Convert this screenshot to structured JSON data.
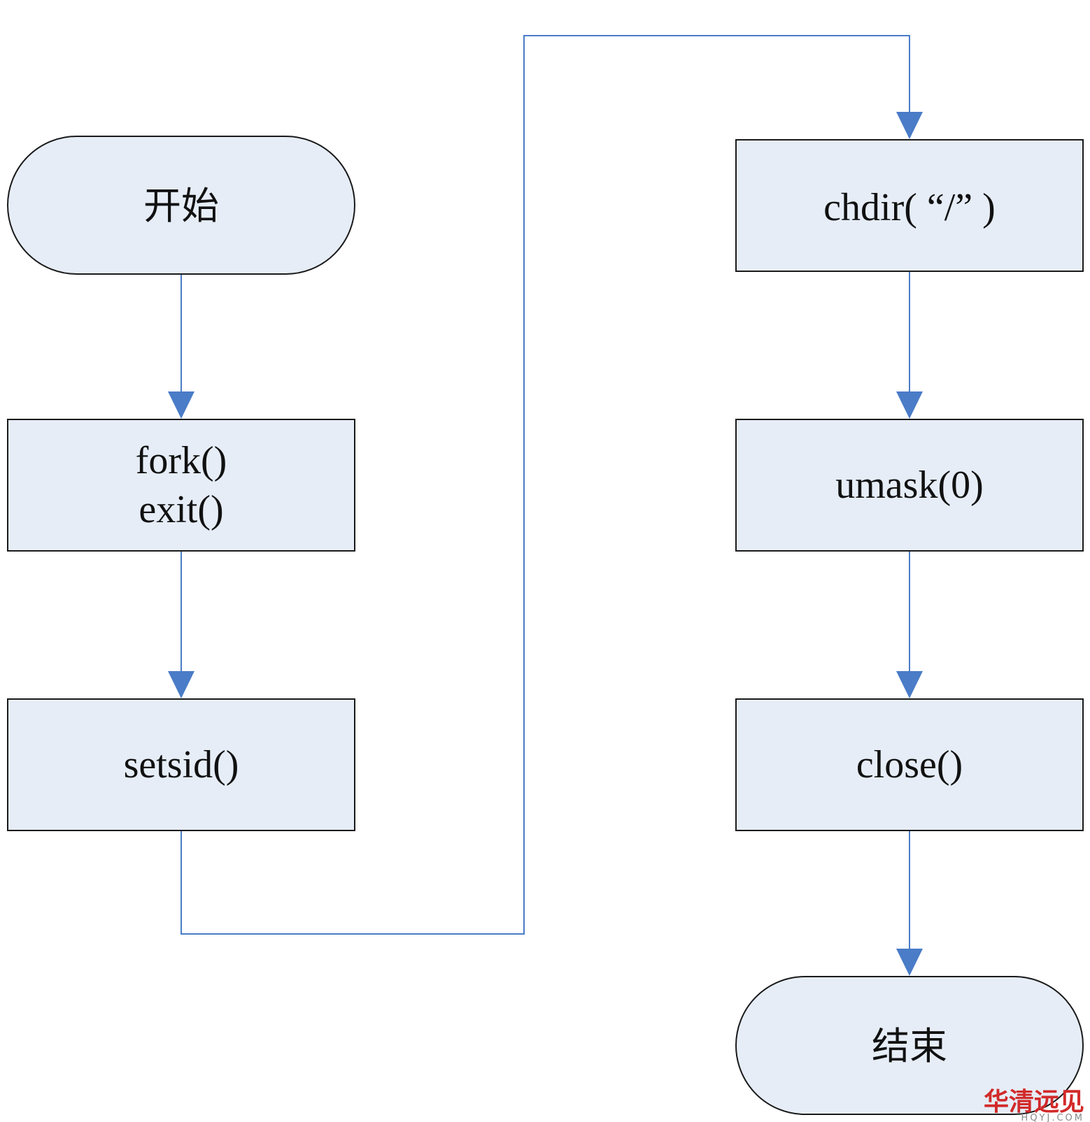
{
  "diagram": {
    "nodes": {
      "start": {
        "label": "开始",
        "shape": "terminator"
      },
      "fork": {
        "lines": [
          "fork()",
          "exit()"
        ],
        "shape": "process"
      },
      "setsid": {
        "label": "setsid()",
        "shape": "process"
      },
      "chdir": {
        "label": "chdir( “/” )",
        "shape": "process"
      },
      "umask": {
        "label": "umask(0)",
        "shape": "process"
      },
      "close": {
        "label": "close()",
        "shape": "process"
      },
      "end": {
        "label": "结束",
        "shape": "terminator"
      }
    },
    "edges": [
      {
        "from": "start",
        "to": "fork"
      },
      {
        "from": "fork",
        "to": "setsid"
      },
      {
        "from": "setsid",
        "to": "chdir"
      },
      {
        "from": "chdir",
        "to": "umask"
      },
      {
        "from": "umask",
        "to": "close"
      },
      {
        "from": "close",
        "to": "end"
      }
    ]
  },
  "watermark": {
    "brand": "华清远见",
    "domain": "HQYJ.COM"
  },
  "colors": {
    "node_fill": "#e6edf7",
    "node_stroke": "#1a1a1a",
    "connector": "#4a7cc7",
    "watermark": "#d22a2a"
  }
}
